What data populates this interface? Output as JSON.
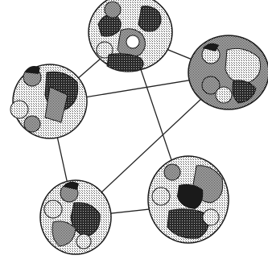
{
  "colors": {
    "background": "#ffffff",
    "ink": "#1a1a1a",
    "light_tone": "#d9d9d9",
    "mid_tone": "#a3a3a3",
    "dark_tone": "#262626"
  },
  "nodes": [
    {
      "name": "group-top",
      "icon": "people-group-icon"
    },
    {
      "name": "group-right",
      "icon": "people-group-icon"
    },
    {
      "name": "group-bottom-right",
      "icon": "people-group-icon"
    },
    {
      "name": "group-bottom-left",
      "icon": "people-group-icon"
    },
    {
      "name": "group-left",
      "icon": "people-group-icon"
    }
  ],
  "edges": [
    [
      "group-top",
      "group-right"
    ],
    [
      "group-top",
      "group-left"
    ],
    [
      "group-top",
      "group-bottom-right"
    ],
    [
      "group-right",
      "group-left"
    ],
    [
      "group-right",
      "group-bottom-left"
    ],
    [
      "group-bottom-right",
      "group-bottom-left"
    ],
    [
      "group-left",
      "group-bottom-left"
    ]
  ]
}
